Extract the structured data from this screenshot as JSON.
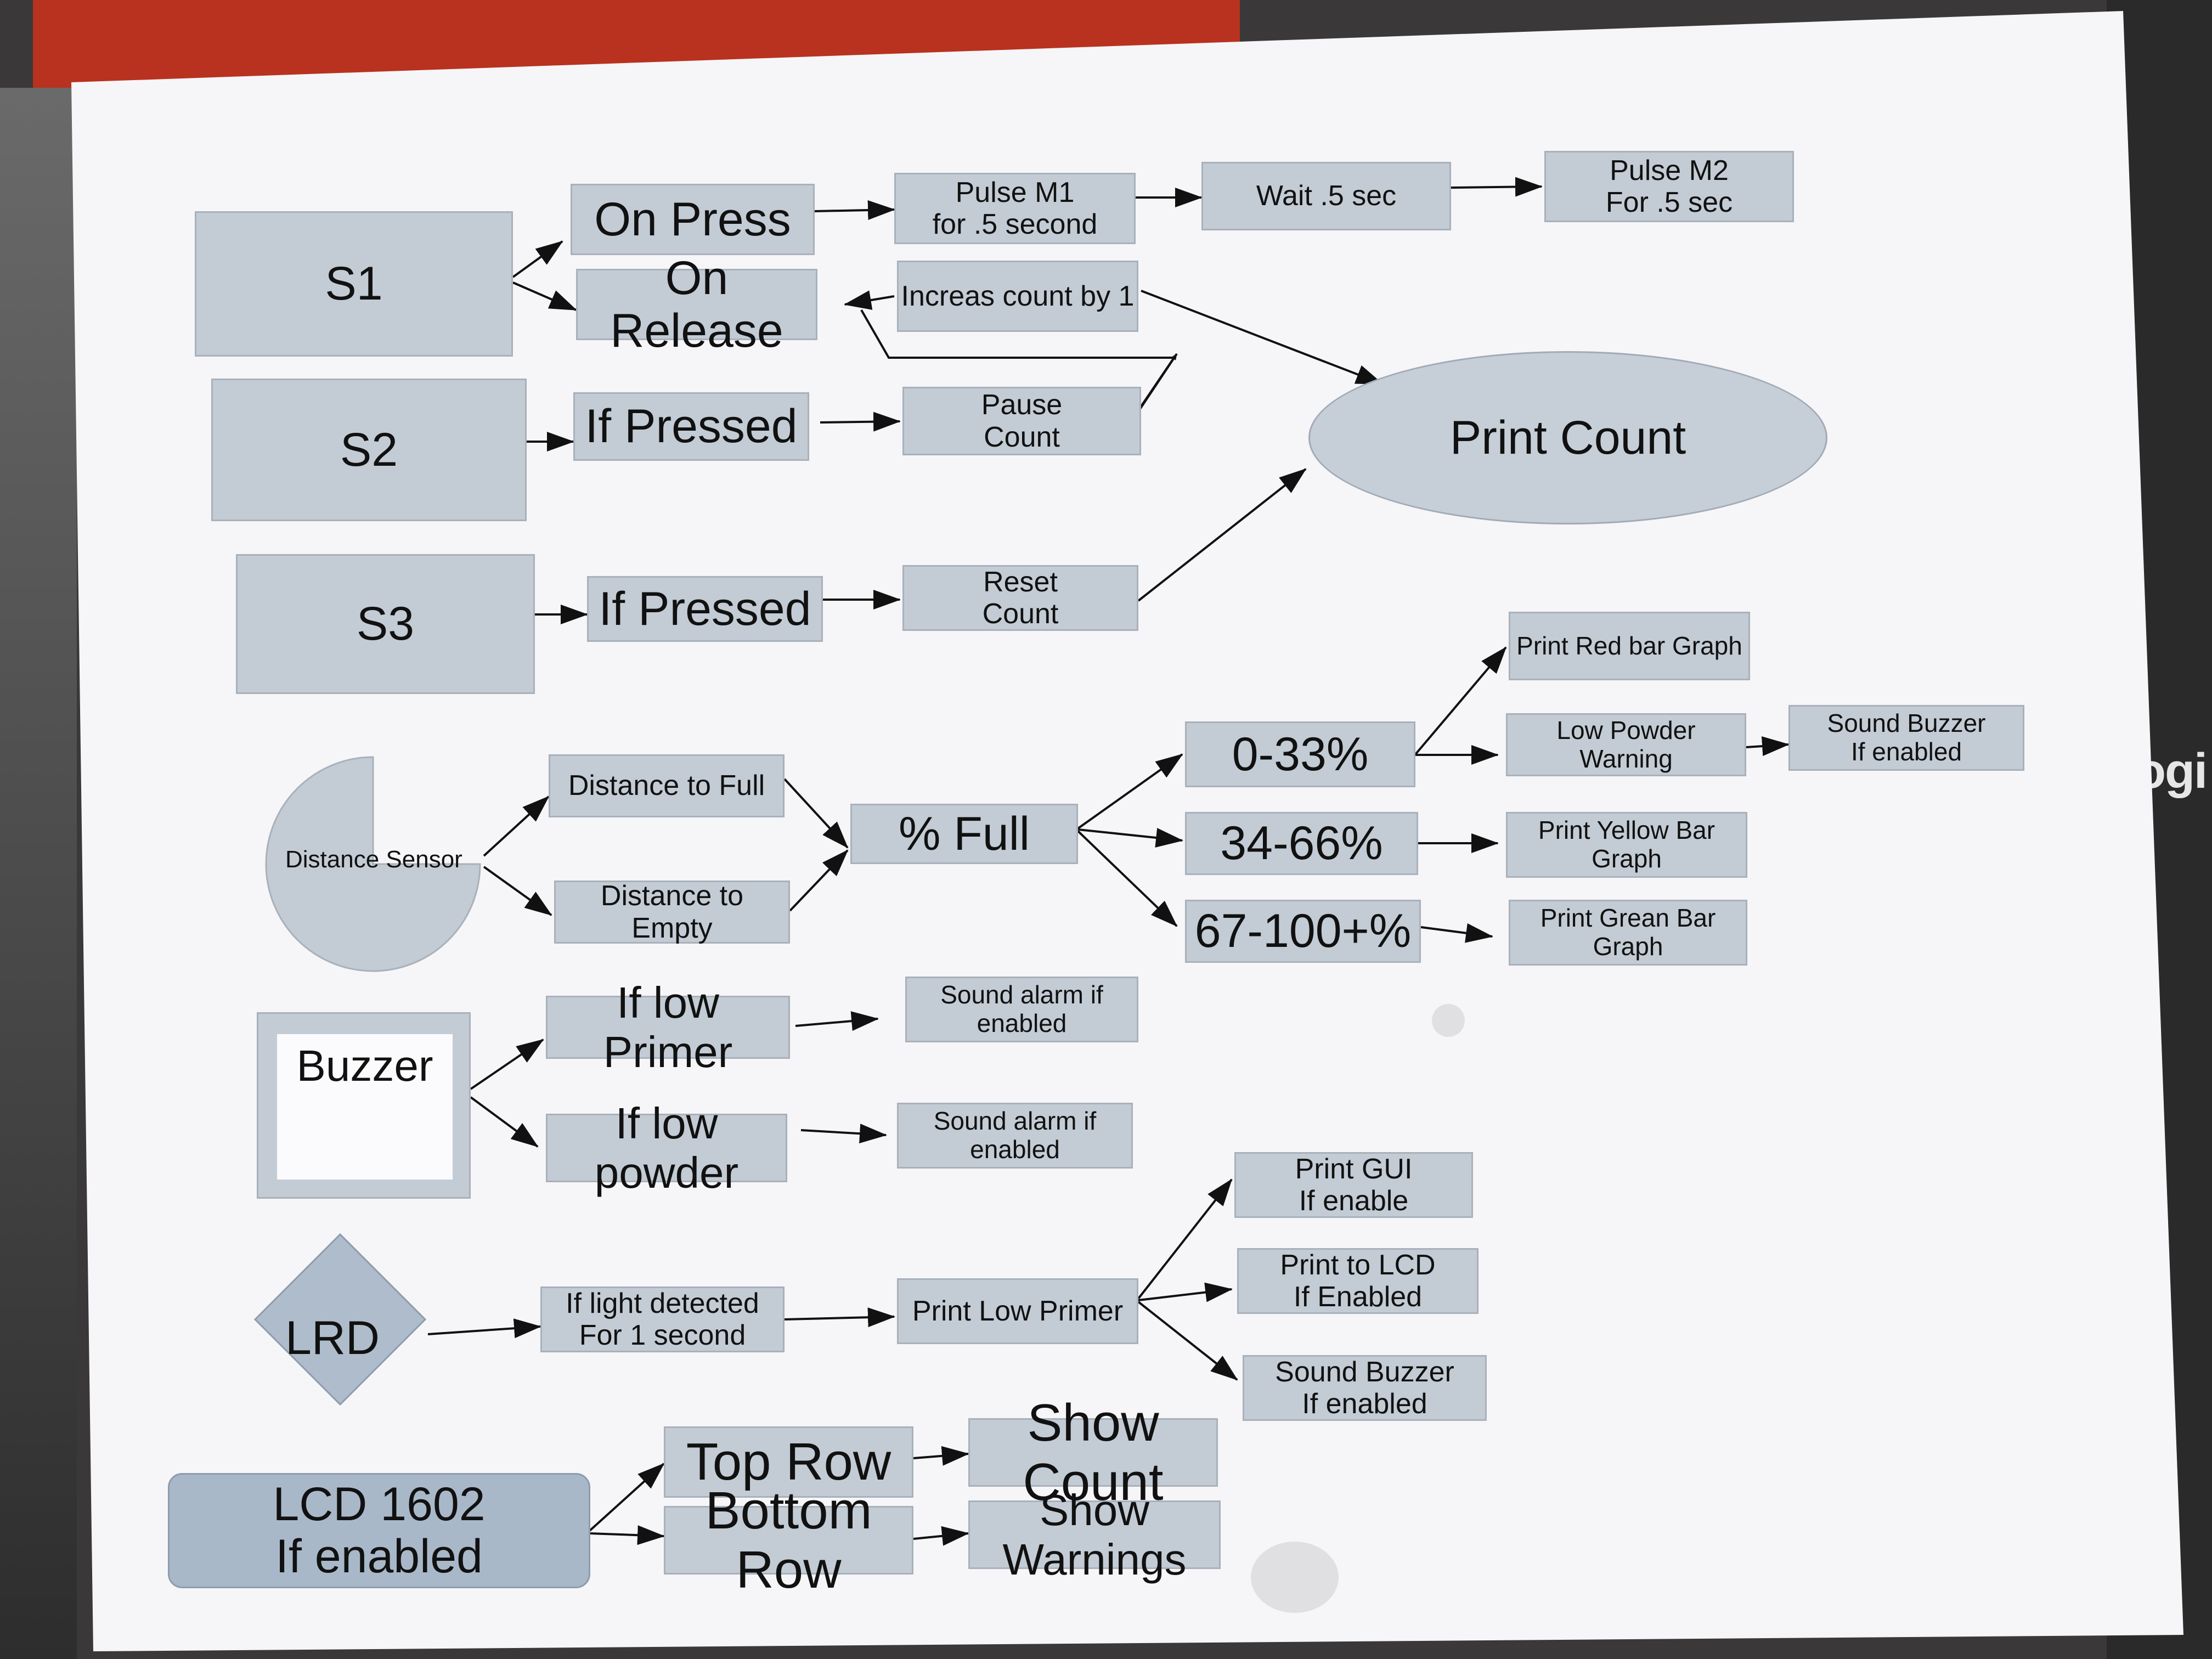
{
  "nodes": {
    "s1": "S1",
    "s2": "S2",
    "s3": "S3",
    "on_press": "On Press",
    "on_release": "On Release",
    "if_pressed_s2": "If Pressed",
    "if_pressed_s3": "If Pressed",
    "pulse_m1": "Pulse M1\nfor .5 second",
    "wait": "Wait .5 sec",
    "pulse_m2": "Pulse M2\nFor .5 sec",
    "increase_count": "Increas count by 1",
    "pause_count": "Pause\nCount",
    "reset_count": "Reset\nCount",
    "print_count": "Print Count",
    "distance_sensor": "Distance Sensor",
    "distance_to_full": "Distance to Full",
    "distance_to_empty": "Distance to\nEmpty",
    "percent_full": "% Full",
    "range_0_33": "0-33%",
    "range_34_66": "34-66%",
    "range_67_100": "67-100+%",
    "print_red": "Print Red bar Graph",
    "low_powder_warning": "Low Powder Warning",
    "sound_buzzer_top": "Sound Buzzer\nIf enabled",
    "print_yellow": "Print Yellow Bar Graph",
    "print_green": "Print Grean Bar Graph",
    "buzzer": "Buzzer",
    "if_low_primer": "If low Primer",
    "if_low_powder": "If low powder",
    "sound_alarm_1": "Sound alarm if enabled",
    "sound_alarm_2": "Sound alarm if enabled",
    "lrd": "LRD",
    "if_light": "If light detected\nFor 1 second",
    "print_low_primer": "Print Low Primer",
    "print_gui": "Print GUI\nIf enable",
    "print_lcd": "Print to LCD\nIf Enabled",
    "sound_buzzer_bottom": "Sound Buzzer\nIf enabled",
    "lcd": "LCD 1602\nIf enabled",
    "top_row": "Top Row",
    "bottom_row": "Bottom Row",
    "show_count": "Show Count",
    "show_warnings": "Show Warnings"
  },
  "background": {
    "logo_text": "logi"
  },
  "colors": {
    "node_fill": "#c3ccd5",
    "lcd_fill": "#a9b8c9",
    "paper": "#f6f5f8",
    "arrow": "#111111"
  }
}
